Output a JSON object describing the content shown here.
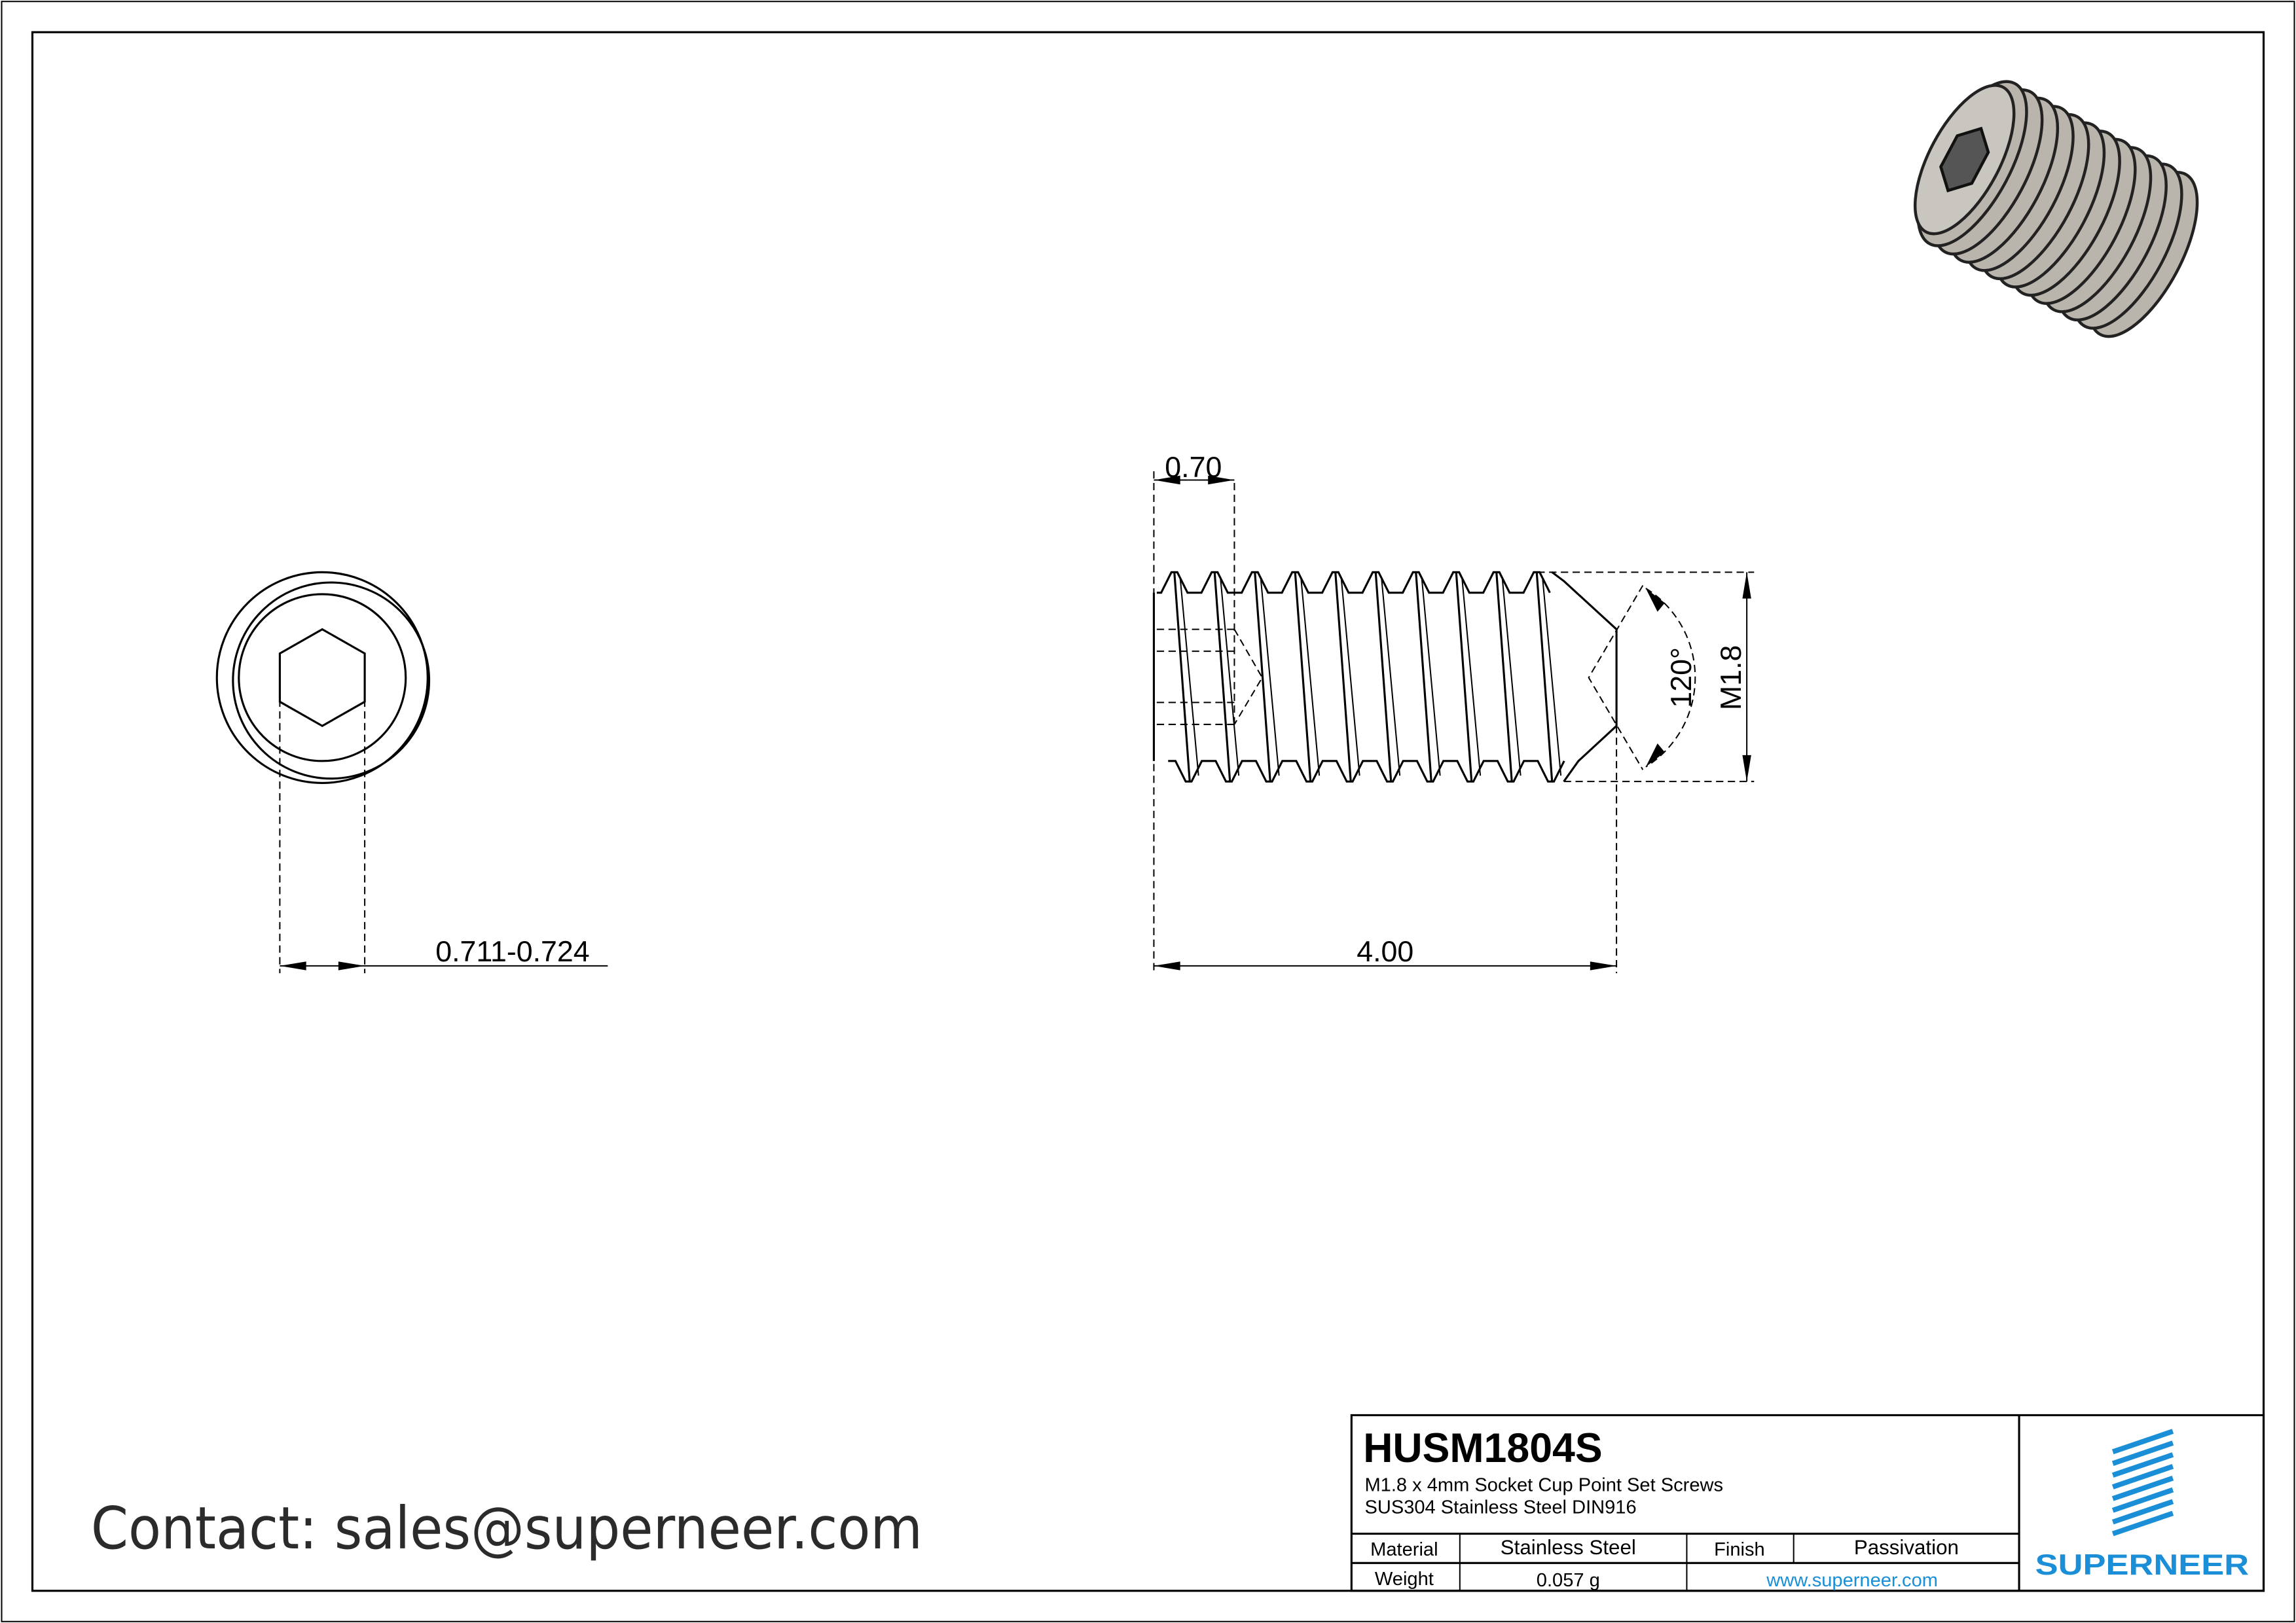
{
  "drawing": {
    "dimensions": {
      "hex_socket": "0.711-0.724",
      "socket_depth": "0.70",
      "length": "4.00",
      "thread": "M1.8",
      "cup_angle": "120°"
    },
    "contact": "Contact: sales@superneer.com"
  },
  "title_block": {
    "part_number": "HUSM1804S",
    "description_line1": "M1.8 x 4mm Socket Cup Point Set Screws",
    "description_line2": "SUS304 Stainless Steel DIN916",
    "material_label": "Material",
    "material_value": "Stainless Steel",
    "finish_label": "Finish",
    "finish_value": "Passivation",
    "weight_label": "Weight",
    "weight_value": "0.057 g",
    "website": "www.superneer.com",
    "logo_text": "SUPERNEER"
  },
  "colors": {
    "brand_blue": "#1a8fd8",
    "screw_gray": "#b9b4ac"
  }
}
